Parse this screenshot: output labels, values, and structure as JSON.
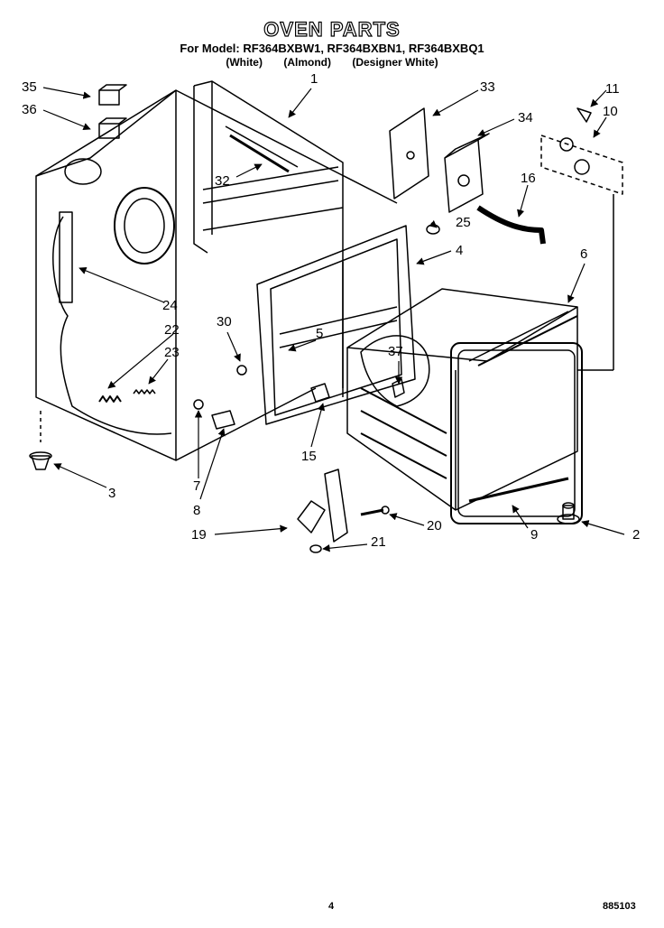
{
  "header": {
    "title": "OVEN PARTS",
    "models": "For Model: RF364BXBW1, RF364BXBN1, RF364BXBQ1",
    "variants": [
      "(White)",
      "(Almond)",
      "(Designer White)"
    ]
  },
  "callouts": [
    {
      "num": "1"
    },
    {
      "num": "2"
    },
    {
      "num": "3"
    },
    {
      "num": "4"
    },
    {
      "num": "5"
    },
    {
      "num": "6"
    },
    {
      "num": "7"
    },
    {
      "num": "8"
    },
    {
      "num": "9"
    },
    {
      "num": "10"
    },
    {
      "num": "11"
    },
    {
      "num": "15"
    },
    {
      "num": "16"
    },
    {
      "num": "19"
    },
    {
      "num": "20"
    },
    {
      "num": "21"
    },
    {
      "num": "22"
    },
    {
      "num": "23"
    },
    {
      "num": "24"
    },
    {
      "num": "25"
    },
    {
      "num": "30"
    },
    {
      "num": "32"
    },
    {
      "num": "33"
    },
    {
      "num": "34"
    },
    {
      "num": "35"
    },
    {
      "num": "36"
    },
    {
      "num": "37"
    }
  ],
  "footer": {
    "page_number": "4",
    "doc_code": "885103"
  }
}
